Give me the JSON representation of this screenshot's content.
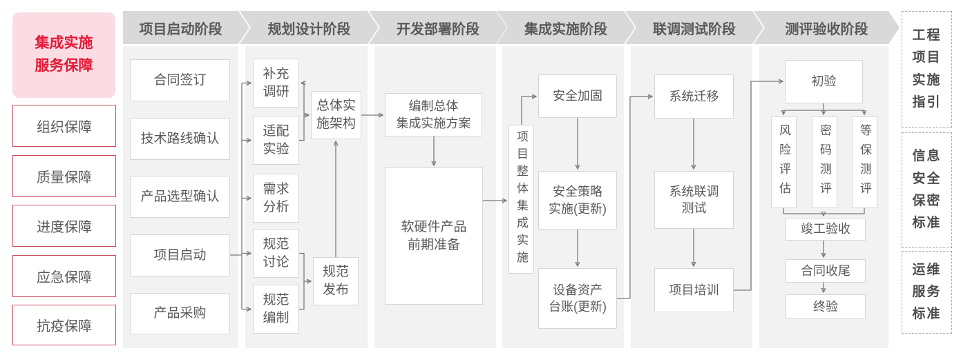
{
  "colors": {
    "accent_red": "#e41937",
    "pink_bg": "#fbdce2",
    "red_border": "#cb4a5c",
    "banner_bg": "#d9d9d9",
    "banner_text": "#595959",
    "column_bg": "#f2f2f2",
    "box_border": "#d6d6d6",
    "box_text": "#595959",
    "connector": "#7a7a7a"
  },
  "sidebar": {
    "title": "集成实施\n服务保障",
    "items": [
      {
        "label": "组织保障"
      },
      {
        "label": "质量保障"
      },
      {
        "label": "进度保障"
      },
      {
        "label": "应急保障"
      },
      {
        "label": "抗疫保障"
      }
    ]
  },
  "phases": [
    {
      "label": "项目启动阶段"
    },
    {
      "label": "规划设计阶段"
    },
    {
      "label": "开发部署阶段"
    },
    {
      "label": "集成实施阶段"
    },
    {
      "label": "联调测试阶段"
    },
    {
      "label": "测评验收阶段"
    }
  ],
  "nodes": {
    "contract_signing": {
      "label": "合同签订"
    },
    "tech_route_confirm": {
      "label": "技术路线确认"
    },
    "product_selection_confirm": {
      "label": "产品选型确认"
    },
    "project_kickoff": {
      "label": "项目启动"
    },
    "product_procurement": {
      "label": "产品采购"
    },
    "supplementary_research": {
      "label": "补充\n调研"
    },
    "adaptation_test": {
      "label": "适配\n实验"
    },
    "requirement_analysis": {
      "label": "需求\n分析"
    },
    "spec_discussion": {
      "label": "规范\n讨论"
    },
    "spec_drafting": {
      "label": "规范\n编制"
    },
    "overall_impl_architecture": {
      "label": "总体实\n施架构"
    },
    "spec_release": {
      "label": "规范\n发布"
    },
    "overall_integration_plan": {
      "label": "编制总体\n集成实施方案"
    },
    "hw_sw_preparation": {
      "label": "软硬件产品\n前期准备"
    },
    "overall_integration_impl": {
      "label": "项目整体集成实施"
    },
    "security_hardening": {
      "label": "安全加固"
    },
    "security_policy_impl": {
      "label": "安全策略\n实施(更新)"
    },
    "asset_ledger_update": {
      "label": "设备资产\n台账(更新)"
    },
    "system_migration": {
      "label": "系统迁移"
    },
    "system_joint_test": {
      "label": "系统联调\n测试"
    },
    "project_training": {
      "label": "项目培训"
    },
    "preliminary_acceptance": {
      "label": "初验"
    },
    "risk_assessment": {
      "label": "风险评估"
    },
    "crypto_evaluation": {
      "label": "密码测评"
    },
    "mlps_evaluation": {
      "label": "等保测评"
    },
    "completion_acceptance": {
      "label": "竣工验收"
    },
    "contract_closure": {
      "label": "合同收尾"
    },
    "final_acceptance": {
      "label": "终验"
    }
  },
  "right_panel": {
    "items": [
      {
        "label": "工程\n项目\n实施\n指引"
      },
      {
        "label": "信息\n安全\n保密\n标准"
      },
      {
        "label": "运维\n服务\n标准"
      }
    ]
  }
}
